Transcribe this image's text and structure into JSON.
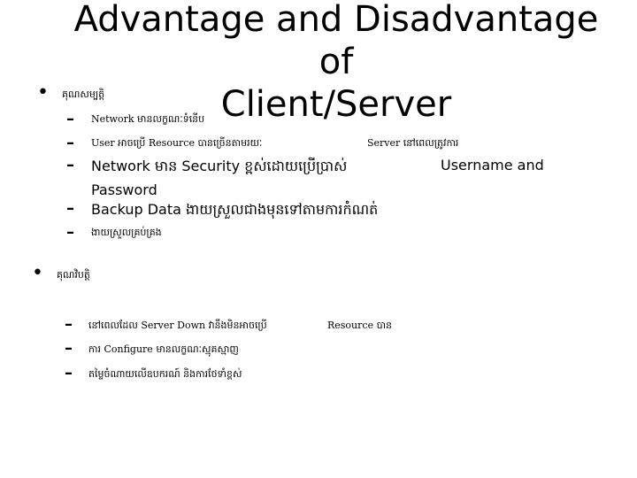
{
  "title": {
    "line1": "Advantage  and Disadvantage of",
    "line2": "Client/Server"
  },
  "advantages": {
    "heading": "គុណសម្បត្តិ",
    "items": [
      {
        "text": "Network មានលក្ខណៈទំនើប"
      },
      {
        "text": "User អាចប្រើ   Resource បានច្រើនតាមរយៈ",
        "tail": "Server នៅពេលត្រូវការ"
      },
      {
        "text": "Network មាន  Security ខ្ពស់ដោយប្រើប្រាស់",
        "tail": "Username and",
        "cont": "Password"
      },
      {
        "text": "Backup Data ងាយស្រួលជាងមុនទៅតាមការកំណត់"
      },
      {
        "text": "ងាយស្រួលគ្រប់គ្រង"
      }
    ]
  },
  "disadvantages": {
    "heading": "គុណវិបត្តិ",
    "items": [
      {
        "text": "នៅពេលដែល   Server Down វានឹងមិនអាចប្រើ",
        "tail": "Resource បាន"
      },
      {
        "text": "ការ  Configure មានលក្ខណៈស្មុគស្មាញ"
      },
      {
        "text": "តម្លៃចំណាយលើឧបករណ៍ និងការថែទាំខ្ពស់"
      }
    ]
  }
}
